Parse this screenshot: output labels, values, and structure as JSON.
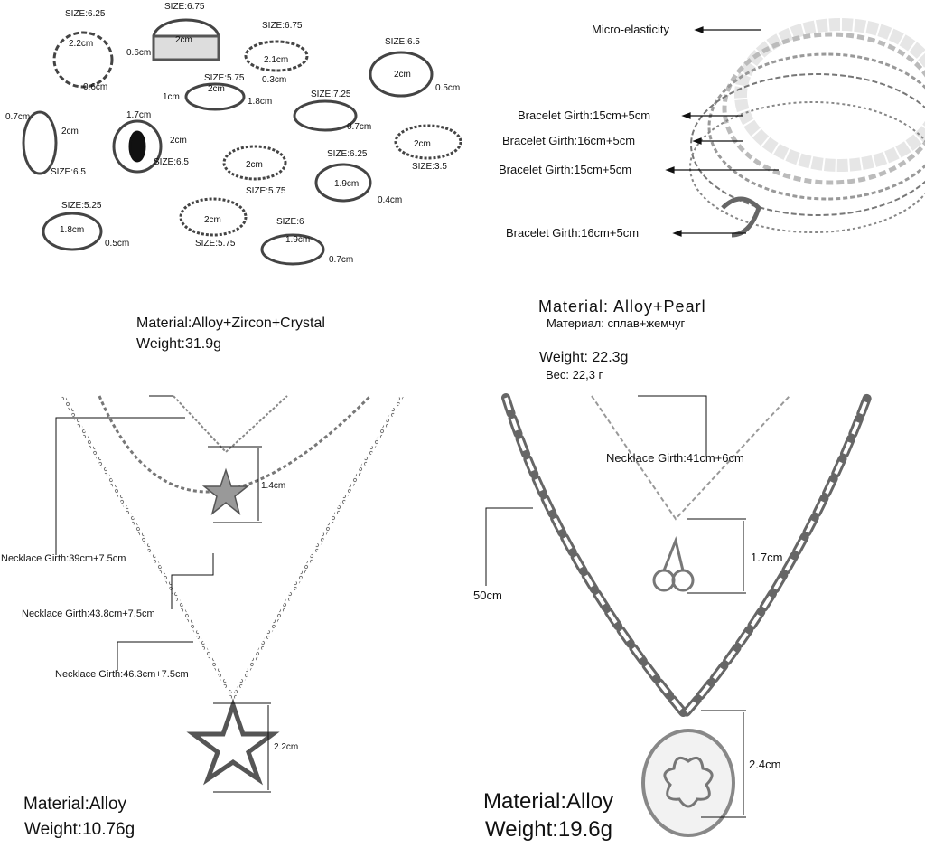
{
  "rings": {
    "sizes": [
      "SIZE:6.25",
      "SIZE:6.75",
      "SIZE:6.75",
      "SIZE:6.5",
      "SIZE:5.75",
      "SIZE:7.25",
      "SIZE:6.5",
      "SIZE:6.5",
      "SIZE:5.75",
      "SIZE:6.25",
      "SIZE:3.5",
      "SIZE:5.25",
      "SIZE:5.75",
      "SIZE:6"
    ],
    "dims": [
      "2.2cm",
      "0.6cm",
      "2cm",
      "0.6cm",
      "2.1cm",
      "0.3cm",
      "2cm",
      "0.5cm",
      "1cm",
      "2cm",
      "1.8cm",
      "0.7cm",
      "2cm",
      "1.7cm",
      "2cm",
      "0.7cm",
      "2cm",
      "1.9cm",
      "0.4cm",
      "2cm",
      "1.8cm",
      "0.5cm",
      "2cm",
      "1.9cm",
      "0.7cm"
    ],
    "material": "Material:Alloy+Zircon+Crystal",
    "weight": "Weight:31.9g"
  },
  "bracelets": {
    "callouts": [
      "Micro-elasticity",
      "Bracelet Girth:15cm+5cm",
      "Bracelet Girth:16cm+5cm",
      "Bracelet Girth:15cm+5cm",
      "Bracelet Girth:16cm+5cm"
    ],
    "material": "Material: Alloy+Pearl",
    "material_ru": "Материал: сплав+жемчуг",
    "weight": "Weight: 22.3g",
    "weight_ru": "Вес: 22,3 г"
  },
  "star_necklace": {
    "girths": [
      "Necklace Girth:39cm+7.5cm",
      "Necklace Girth:43.8cm+7.5cm",
      "Necklace Girth:46.3cm+7.5cm"
    ],
    "pendant_small": "1.4cm",
    "pendant_large": "2.2cm",
    "material": "Material:Alloy",
    "weight": "Weight:10.76g"
  },
  "chain_necklace": {
    "girth": "Necklace Girth:41cm+6cm",
    "length": "50cm",
    "pendant_small": "1.7cm",
    "pendant_large": "2.4cm",
    "material": "Material:Alloy",
    "weight": "Weight:19.6g"
  }
}
